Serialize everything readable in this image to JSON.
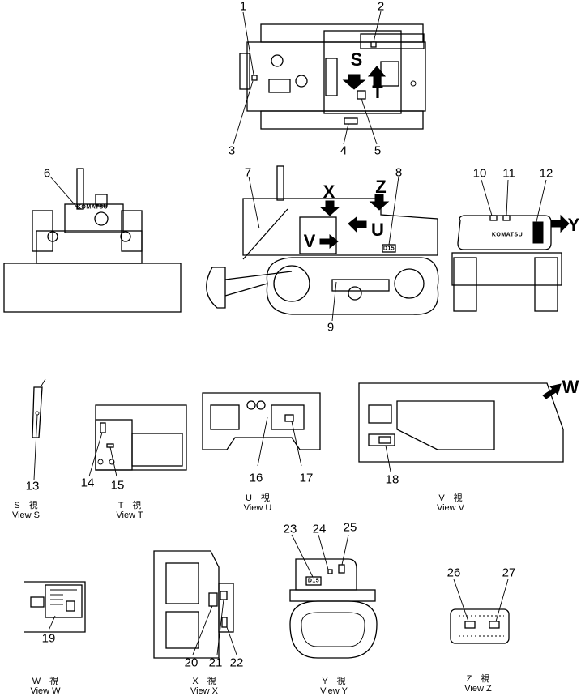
{
  "callouts": [
    "1",
    "2",
    "3",
    "4",
    "5",
    "6",
    "7",
    "8",
    "9",
    "10",
    "11",
    "12",
    "13",
    "14",
    "15",
    "16",
    "17",
    "18",
    "19",
    "20",
    "21",
    "22",
    "23",
    "24",
    "25",
    "26",
    "27"
  ],
  "view_letters": {
    "s": "S",
    "t": "T",
    "x": "X",
    "z": "Z",
    "u": "U",
    "v": "V",
    "y": "Y",
    "w": "W"
  },
  "brand": "KOMATSU",
  "model_badge": "D15",
  "captions": [
    {
      "jp": "S　視",
      "en": "View  S"
    },
    {
      "jp": "T　視",
      "en": "View  T"
    },
    {
      "jp": "U　視",
      "en": "View  U"
    },
    {
      "jp": "V　視",
      "en": "View  V"
    },
    {
      "jp": "W　視",
      "en": "View  W"
    },
    {
      "jp": "X　視",
      "en": "View  X"
    },
    {
      "jp": "Y　視",
      "en": "View  Y"
    },
    {
      "jp": "Z　視",
      "en": "View  Z"
    }
  ]
}
